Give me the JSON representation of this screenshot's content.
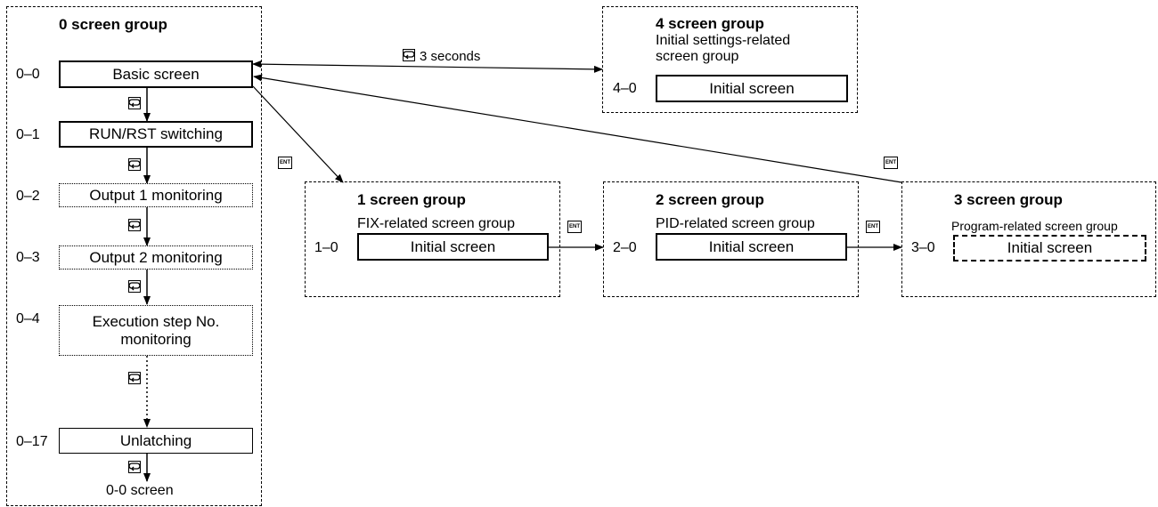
{
  "group0": {
    "title": "0 screen group",
    "items": [
      {
        "code": "0–0",
        "label": "Basic screen"
      },
      {
        "code": "0–1",
        "label": "RUN/RST switching"
      },
      {
        "code": "0–2",
        "label": "Output 1 monitoring"
      },
      {
        "code": "0–3",
        "label": "Output 2 monitoring"
      },
      {
        "code": "0–4",
        "label": "Execution step No. monitoring"
      },
      {
        "code": "0–17",
        "label": "Unlatching"
      }
    ],
    "end_label": "0-0 screen"
  },
  "group4": {
    "title": "4 screen group",
    "subtitle_line1": "Initial settings-related",
    "subtitle_line2": "screen group",
    "code": "4–0",
    "box": "Initial screen"
  },
  "group1": {
    "title": "1 screen group",
    "subtitle": "FIX-related screen group",
    "code": "1–0",
    "box": "Initial screen"
  },
  "group2": {
    "title": "2 screen group",
    "subtitle": "PID-related screen group",
    "code": "2–0",
    "box": "Initial screen"
  },
  "group3": {
    "title": "3 screen group",
    "subtitle": "Program-related screen group",
    "code": "3–0",
    "box": "Initial screen"
  },
  "three_seconds_label": "3 seconds",
  "icons": {
    "mode_key": "mode-key-icon",
    "enter_key": "ent-key-icon",
    "enter_text": "ENT"
  }
}
